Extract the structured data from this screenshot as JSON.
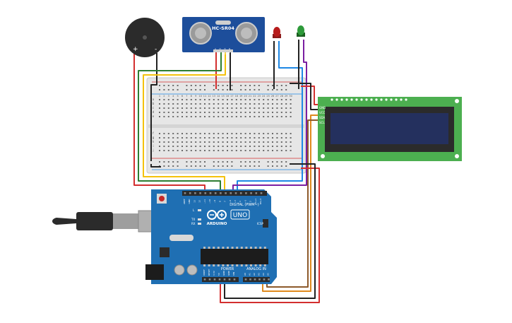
{
  "sensor": {
    "label": "HC-SR04",
    "pin_labels": [
      "VCC",
      "TRIG",
      "ECHO",
      "GND"
    ]
  },
  "buzzer": {
    "plus": "+",
    "minus": "-"
  },
  "breadboard": {
    "col_numbers_top": [
      "1",
      "2",
      "3",
      "4",
      "5",
      "6",
      "7",
      "8",
      "9",
      "10",
      "11",
      "12",
      "13",
      "14",
      "15",
      "16",
      "17",
      "18",
      "19",
      "20",
      "21",
      "22",
      "23",
      "24",
      "25",
      "26",
      "27",
      "28",
      "29",
      "30"
    ],
    "row_letters_upper": [
      "a",
      "b",
      "c",
      "d",
      "e"
    ],
    "row_letters_lower": [
      "f",
      "g",
      "h",
      "i",
      "j"
    ]
  },
  "lcd": {
    "pin_labels": [
      "GND",
      "VCC",
      "SDA",
      "SCL"
    ]
  },
  "arduino": {
    "logo_text": "ARDUINO",
    "uno_text": "UNO",
    "digital_label": "DIGITAL (PWM~)",
    "power_label": "POWER",
    "analog_label": "ANALOG IN",
    "led_tx": "TX",
    "led_rx": "RX",
    "led_l": "L",
    "icsp": "ICSP",
    "power_pins": [
      "IOREF",
      "RESET",
      "3.3V",
      "5V",
      "GND",
      "GND",
      "VIN"
    ],
    "analog_pins": [
      "A0",
      "A1",
      "A2",
      "A3",
      "A4",
      "A5"
    ],
    "digital_pins": [
      "AREF",
      "GND",
      "13",
      "12",
      "~11",
      "~10",
      "~9",
      "8",
      "7",
      "~6",
      "~5",
      "4",
      "~3",
      "2",
      "TX→1",
      "RX←0"
    ]
  },
  "colors": {
    "wire_red": "#d32f2f",
    "wire_black": "#222222",
    "wire_green": "#2e7d32",
    "wire_yellow": "#f4c20d",
    "wire_blue": "#1e88e5",
    "wire_purple": "#7b1fa2",
    "wire_orange": "#e08a1e",
    "wire_brown": "#8d5a2b",
    "board_blue": "#1f6fb3",
    "lcd_green": "#4caf50",
    "lcd_screen": "#24305e"
  }
}
